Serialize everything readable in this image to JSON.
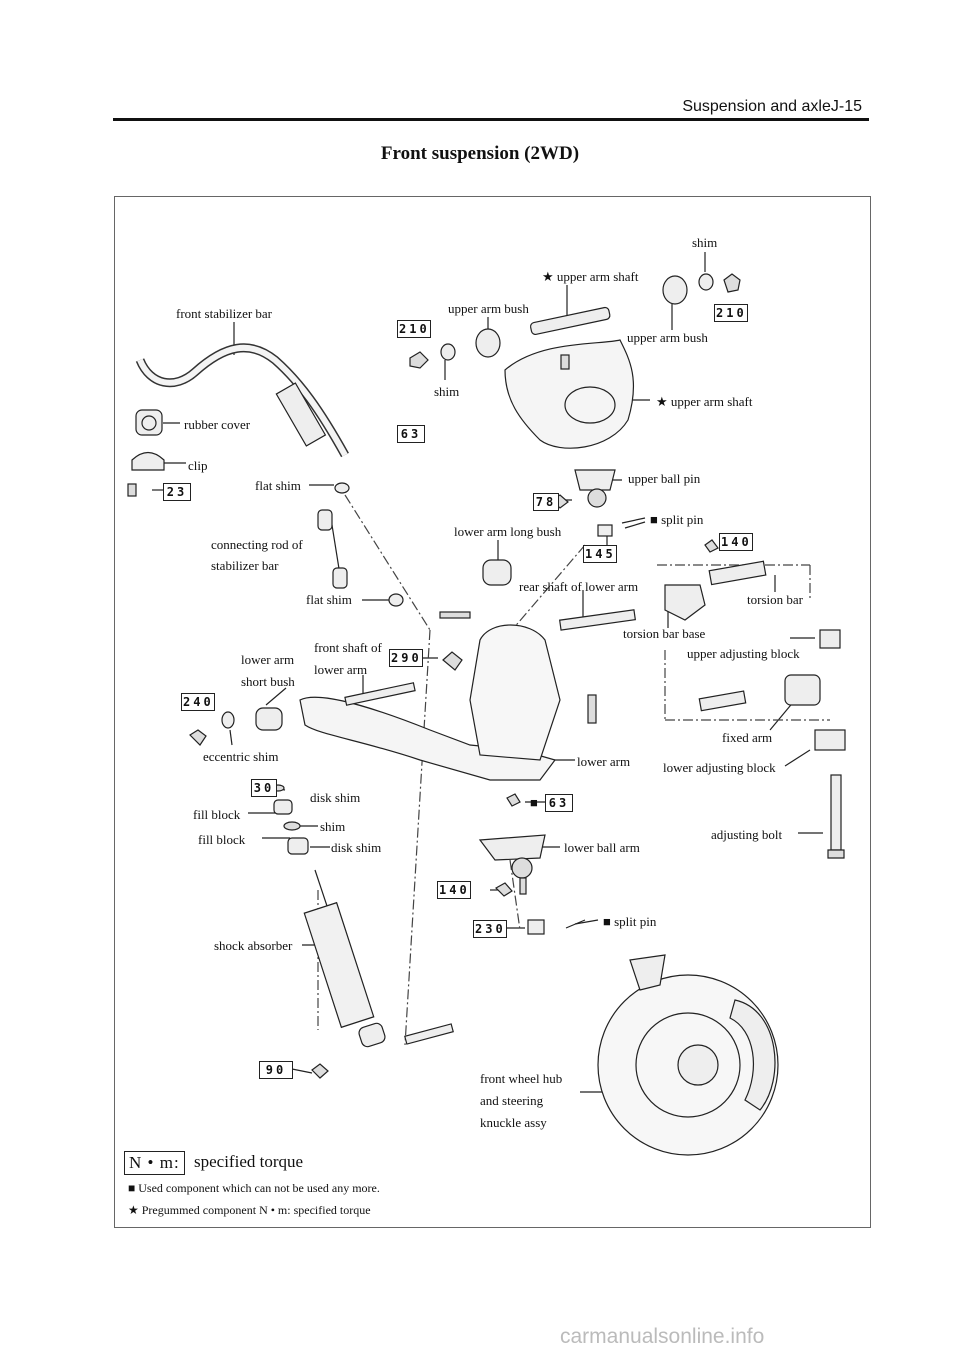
{
  "header": {
    "page_ref": "Suspension and axleJ-15"
  },
  "title": "Front suspension (2WD)",
  "labels": {
    "shim_top": "shim",
    "upper_arm_shaft_top": "★ upper arm shaft",
    "upper_arm_bush_left": "upper arm bush",
    "upper_arm_bush_right": "upper arm bush",
    "front_stabilizer_bar": "front stabilizer bar",
    "shim_left": "shim",
    "upper_arm_shaft_right": "★ upper arm shaft",
    "rubber_cover": "rubber cover",
    "clip": "clip",
    "flat_shim_1": "flat shim",
    "upper_ball_pin": "upper ball pin",
    "split_pin_1": "■ split pin",
    "lower_arm_long_bush": "lower arm long bush",
    "connecting_rod_1": "connecting rod of",
    "connecting_rod_2": "stabilizer bar",
    "rear_shaft_lower_arm": "rear shaft of lower arm",
    "torsion_bar": "torsion bar",
    "flat_shim_2": "flat shim",
    "torsion_bar_base": "torsion bar base",
    "front_shaft_1": "front shaft of",
    "front_shaft_2": "lower arm",
    "upper_adjusting_block": "upper adjusting block",
    "lower_arm_short_1": "lower arm",
    "lower_arm_short_2": "short bush",
    "fixed_arm": "fixed arm",
    "eccentric_shim": "eccentric shim",
    "lower_arm": "lower arm",
    "lower_adjusting_block": "lower adjusting block",
    "disk_shim_1": "disk shim",
    "fill_block_1": "fill block",
    "shim_mid": "shim",
    "fill_block_2": "fill block",
    "disk_shim_2": "disk shim",
    "lower_ball_arm": "lower ball arm",
    "adjusting_bolt": "adjusting bolt",
    "split_pin_2": "■ split pin",
    "shock_absorber": "shock absorber",
    "front_wheel_1": "front wheel hub",
    "front_wheel_2": "and steering",
    "front_wheel_3": "knuckle assy"
  },
  "torques": {
    "t210_right": "210",
    "t210_left": "210",
    "t63_upper": "63",
    "t23": "23",
    "t78": "78",
    "t145": "145",
    "t140_upper": "140",
    "t290": "290",
    "t240": "240",
    "t30": "30",
    "t63_lower": "63",
    "t140_lower": "140",
    "t230": "230",
    "t90": "90"
  },
  "legend": {
    "unit": "N • m:",
    "unit_text": "specified torque",
    "line1": "■  Used component which can not be used any more.",
    "line2": "★  Pregummed component N  • m: specified torque"
  },
  "watermark": "carmanualsonline.info"
}
